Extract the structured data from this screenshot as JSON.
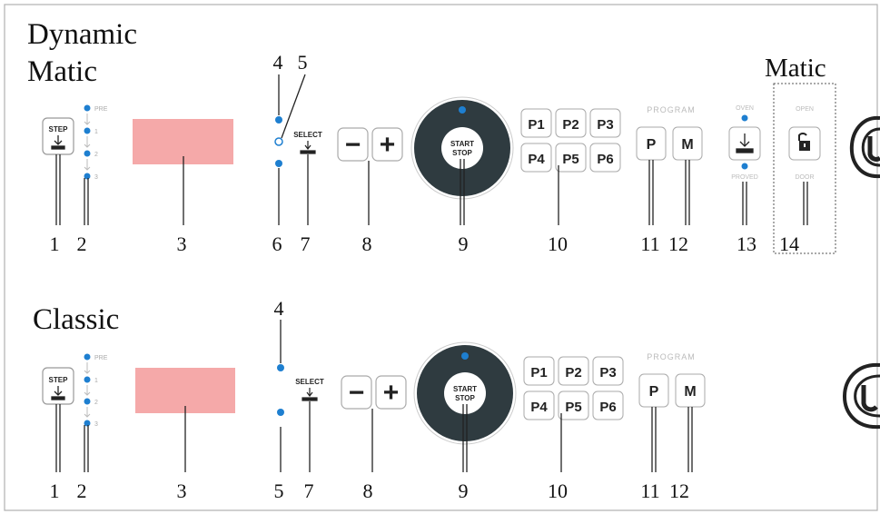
{
  "panels": {
    "top": {
      "title_line1": "Dynamic",
      "title_line2": "Matic",
      "right_title": "Matic",
      "callouts": [
        "1",
        "2",
        "3",
        "4",
        "5",
        "6",
        "7",
        "8",
        "9",
        "10",
        "11",
        "12",
        "13",
        "14"
      ],
      "step_label": "STEP",
      "stage_labels": [
        "PRE",
        "1",
        "2",
        "3"
      ],
      "select_label": "SELECT",
      "minus_symbol": "−",
      "plus_symbol": "+",
      "start_label_1": "START",
      "start_label_2": "STOP",
      "programs": [
        "P1",
        "P2",
        "P3",
        "P4",
        "P5",
        "P6"
      ],
      "program_label": "PROGRAM",
      "p_key": "P",
      "m_key": "M",
      "oven_label": "OVEN",
      "proved_label": "PROVED",
      "open_label": "OPEN",
      "door_label": "DOOR"
    },
    "bottom": {
      "title": "Classic",
      "callouts": [
        "1",
        "2",
        "3",
        "4",
        "5",
        "7",
        "8",
        "9",
        "10",
        "11",
        "12"
      ],
      "step_label": "STEP",
      "stage_labels": [
        "PRE",
        "1",
        "2",
        "3"
      ],
      "select_label": "SELECT",
      "minus_symbol": "−",
      "plus_symbol": "+",
      "start_label_1": "START",
      "start_label_2": "STOP",
      "programs": [
        "P1",
        "P2",
        "P3",
        "P4",
        "P5",
        "P6"
      ],
      "program_label": "PROGRAM",
      "p_key": "P",
      "m_key": "M"
    }
  },
  "colors": {
    "display": "#f5a9a9",
    "led": "#1e7fd0",
    "knob": "#2f3b40",
    "frame": "#b0b0b0"
  },
  "icons": [
    "step-arrow-icon",
    "select-arrow-icon",
    "oven-arrow-icon",
    "door-open-icon",
    "brand-logo-icon"
  ]
}
